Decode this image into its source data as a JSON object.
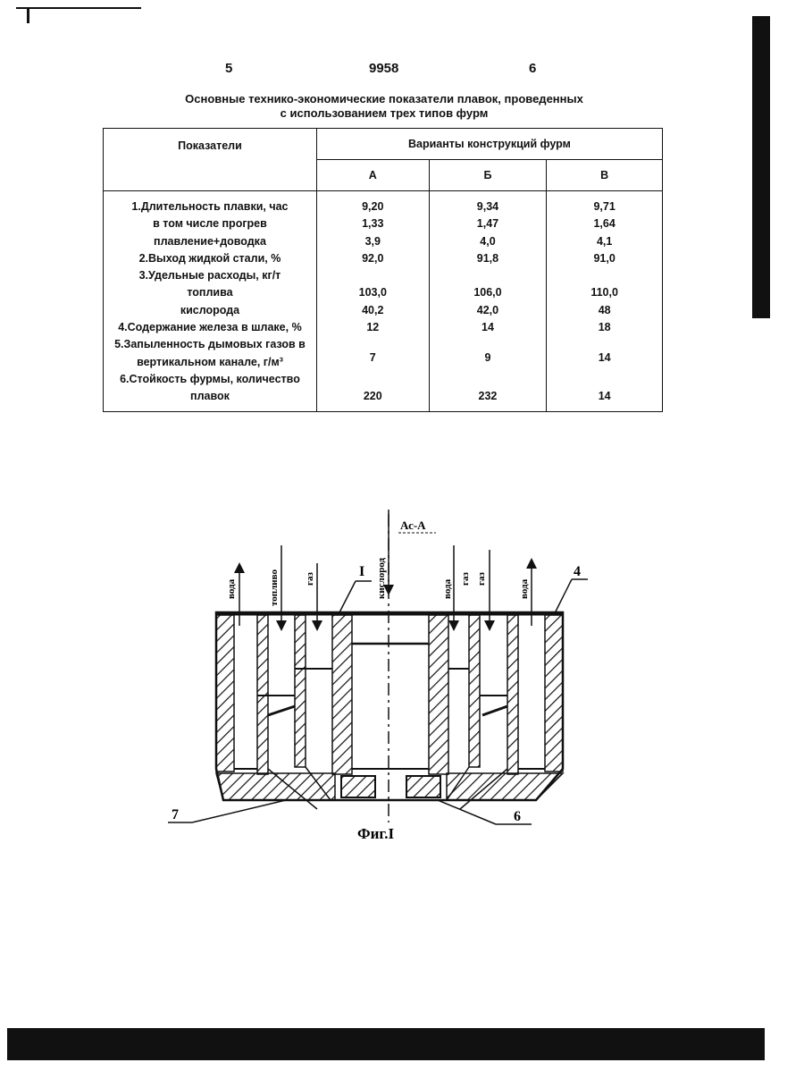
{
  "header": {
    "page_left": "5",
    "patent_number": "9958",
    "page_right": "6"
  },
  "table_title": {
    "line1": "Основные технико-экономические показатели плавок, проведенных",
    "line2": "с использованием трех типов фурм"
  },
  "table": {
    "col_indicators": "Показатели",
    "col_variants": "Варианты  конструкций фурм",
    "subheaders": [
      "А",
      "Б",
      "В"
    ],
    "rows": [
      {
        "label": "1.Длительность плавки, час",
        "a": "9,20",
        "b": "9,34",
        "c": "9,71"
      },
      {
        "label": "в том числе прогрев",
        "a": "1,33",
        "b": "1,47",
        "c": "1,64"
      },
      {
        "label": "плавление+доводка",
        "a": "3,9",
        "b": "4,0",
        "c": "4,1"
      },
      {
        "label": "2.Выход жидкой стали, %",
        "a": "92,0",
        "b": "91,8",
        "c": "91,0"
      },
      {
        "label": "3.Удельные расходы, кг/т",
        "a": "",
        "b": "",
        "c": ""
      },
      {
        "label": "топлива",
        "a": "103,0",
        "b": "106,0",
        "c": "110,0"
      },
      {
        "label": "кислорода",
        "a": "40,2",
        "b": "42,0",
        "c": "48"
      },
      {
        "label": "4.Содержание железа в шлаке, %",
        "a": "12",
        "b": "14",
        "c": "18"
      },
      {
        "label": "5.Запыленность дымовых газов в",
        "label2": "вертикальном канале, г/м³",
        "a": "7",
        "b": "9",
        "c": "14"
      },
      {
        "label": "6.Стойкость фурмы, количество",
        "a": "",
        "b": "",
        "c": ""
      },
      {
        "label": "плавок",
        "a": "220",
        "b": "232",
        "c": "14"
      }
    ]
  },
  "figure": {
    "caption": "Фиг.I",
    "label_top": "Ас-А",
    "labels": [
      "вода",
      "топливо",
      "газ",
      "кислород",
      "вода",
      "газ",
      "газ",
      "вода"
    ],
    "markers": [
      "I",
      "4",
      "7",
      "6"
    ]
  }
}
